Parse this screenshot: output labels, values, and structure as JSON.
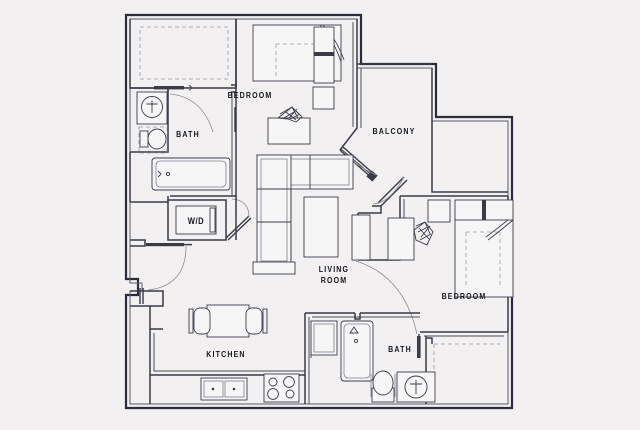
{
  "plan": {
    "background_color": "#f2f0f1",
    "wall_color": "#2b2b3a",
    "line_color": "#3a3a48",
    "labels": {
      "bedroom_top": "BEDROOM",
      "bath_left": "BATH",
      "balcony": "BALCONY",
      "bedroom_right": "BEDROOM",
      "living_room_line1": "LIVING",
      "living_room_line2": "ROOM",
      "bath_bottom": "BATH",
      "kitchen": "KITCHEN",
      "washer_dryer": "W/D"
    },
    "rooms": [
      {
        "name": "BEDROOM",
        "position": "top-left-center",
        "features": [
          "closet",
          "bed",
          "nightstand",
          "dresser",
          "plant"
        ]
      },
      {
        "name": "BATH",
        "position": "left-upper",
        "features": [
          "sink-vanity",
          "toilet",
          "bathtub"
        ]
      },
      {
        "name": "BALCONY",
        "position": "top-right",
        "features": [
          "sliding-door"
        ]
      },
      {
        "name": "BEDROOM",
        "position": "right",
        "features": [
          "bed",
          "nightstand",
          "dresser",
          "plant",
          "closet"
        ]
      },
      {
        "name": "LIVING ROOM",
        "position": "center",
        "features": [
          "sectional-sofa",
          "coffee-table",
          "media-console"
        ]
      },
      {
        "name": "BATH",
        "position": "bottom-center",
        "features": [
          "bathtub",
          "toilet",
          "sink-vanity"
        ]
      },
      {
        "name": "KITCHEN",
        "position": "bottom-left",
        "features": [
          "dining-table",
          "two-chairs",
          "sink",
          "cooktop",
          "counter"
        ]
      }
    ],
    "fixtures": {
      "washer_dryer_label": "W/D"
    }
  }
}
